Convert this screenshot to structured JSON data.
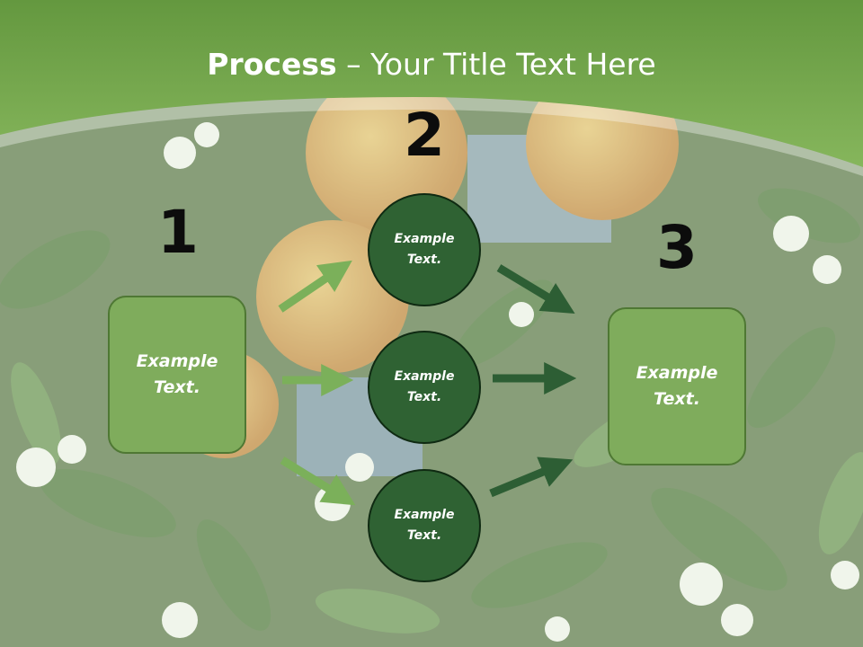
{
  "title": {
    "bold": "Process",
    "separator": " – ",
    "rest": "Your Title Text Here"
  },
  "steps": [
    {
      "number": "1",
      "lines": [
        "Example",
        "Text."
      ]
    },
    {
      "number": "2"
    },
    {
      "number": "3",
      "lines": [
        "Example",
        "Text."
      ]
    }
  ],
  "circles": [
    {
      "lines": [
        "Example",
        "Text."
      ]
    },
    {
      "lines": [
        "Example",
        "Text."
      ]
    },
    {
      "lines": [
        "Example",
        "Text."
      ]
    }
  ],
  "colors": {
    "header_green": "#75a852",
    "box_fill": "#7fac5c",
    "circle_fill": "#2f6233",
    "arrow_light": "#7bb05a",
    "arrow_dark": "#2d5e34"
  }
}
